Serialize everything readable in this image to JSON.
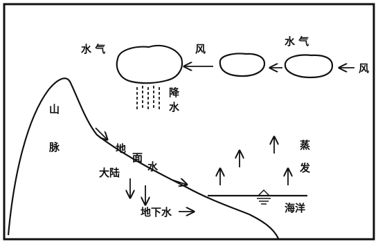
{
  "labels": {
    "vapor_top_left": "水 气",
    "wind_middle": "风",
    "vapor_top_right": "水 气",
    "wind_right": "风",
    "rain": [
      "降",
      "水"
    ],
    "mountain": [
      "山",
      "脉"
    ],
    "surface_water": [
      "地",
      "面",
      "水"
    ],
    "continent": "大陆",
    "groundwater": "地下水",
    "evaporation": [
      "蒸",
      "发"
    ],
    "ocean": "海洋"
  },
  "colors": {
    "ink": "#111111",
    "paper": "#ffffff"
  }
}
